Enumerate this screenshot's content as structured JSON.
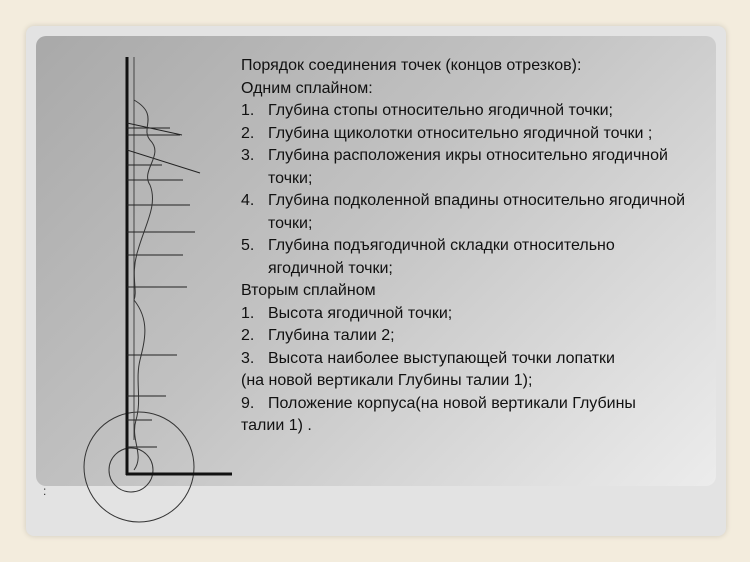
{
  "slide": {
    "heading": "Порядок соединения точек (концов отрезков):",
    "spline1_title": "Одним сплайном:",
    "spline1_items": [
      {
        "num": "1.",
        "text": "Глубина стопы относительно ягодичной точки;"
      },
      {
        "num": "2.",
        "text": "Глубина щиколотки относительно ягодичной точки ;"
      },
      {
        "num": "3.",
        "text": "Глубина расположения икры относительно ягодичной",
        "cont": "точки;"
      },
      {
        "num": "4.",
        "text": "Глубина подколенной впадины относительно ягодичной",
        "cont": "точки;"
      },
      {
        "num": "5.",
        "text": "Глубина подъягодичной складки относительно",
        "cont": "ягодичной точки;"
      }
    ],
    "spline2_title": "Вторым сплайном",
    "spline2_items": [
      {
        "num": "1.",
        "text": "Высота ягодичной точки;"
      },
      {
        "num": "2.",
        "text": "Глубина талии 2;"
      },
      {
        "num": "3.",
        "text": "Высота наиболее выступающей точки лопатки"
      }
    ],
    "spline2_note": "(на новой вертикали Глубины талии 1);",
    "spline2_last": {
      "num": "9.",
      "text": "Положение корпуса(на новой вертикали Глубины"
    },
    "spline2_last_cont": "талии 1) .",
    "corner_mark": ":"
  }
}
